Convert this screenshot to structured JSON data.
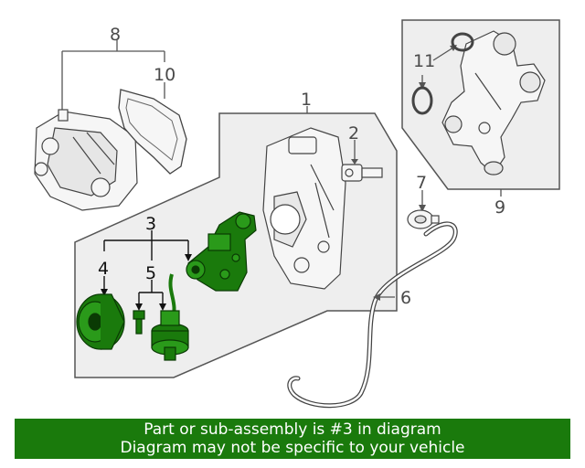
{
  "callouts": {
    "c1": "1",
    "c2": "2",
    "c3": "3",
    "c4": "4",
    "c5": "5",
    "c6": "6",
    "c7": "7",
    "c8": "8",
    "c9": "9",
    "c10": "10",
    "c11": "11"
  },
  "highlighted_part": "3",
  "colors": {
    "highlight": "#1a7a0c",
    "panel": "#eeeeee",
    "line": "#555555"
  },
  "banner": {
    "line1": "Part or sub-assembly is #3 in diagram",
    "line2": "Diagram may not be specific to your vehicle"
  }
}
